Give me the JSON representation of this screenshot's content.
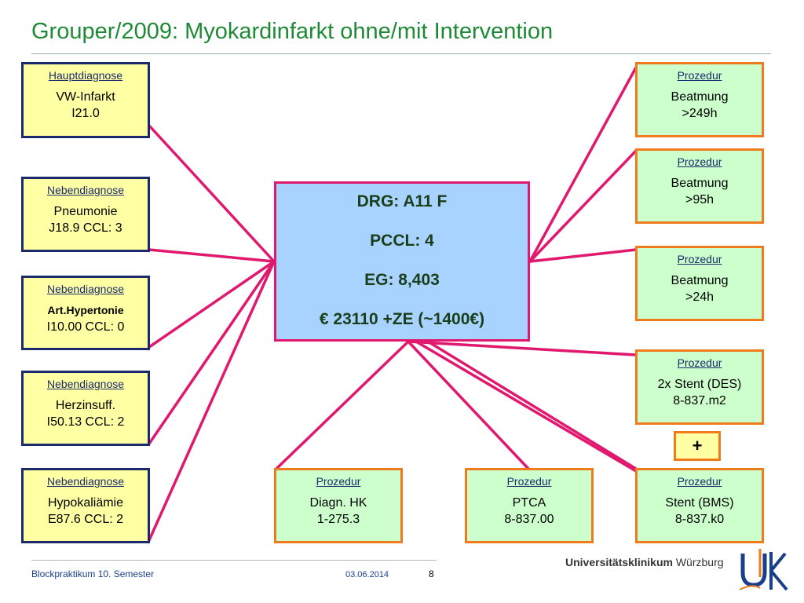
{
  "title": "Grouper/2009: Myokardinfarkt ohne/mit Intervention",
  "diagnoses": [
    {
      "head": "Hauptdiagnose",
      "line1": "VW-Infarkt",
      "line2": "I21.0",
      "bold": false
    },
    {
      "head": "Nebendiagnose",
      "line1": "Pneumonie",
      "line2": "J18.9 CCL: 3",
      "bold": false
    },
    {
      "head": "Nebendiagnose",
      "line1": "Art.Hypertonie",
      "line2": "I10.00 CCL: 0",
      "bold": true
    },
    {
      "head": "Nebendiagnose",
      "line1": "Herzinsuff.",
      "line2": "I50.13 CCL: 2",
      "bold": false
    },
    {
      "head": "Nebendiagnose",
      "line1": "Hypokaliämie",
      "line2": "E87.6 CCL: 2",
      "bold": false
    }
  ],
  "center": {
    "drg": "DRG: A11 F",
    "pccl": "PCCL: 4",
    "eg": "EG: 8,403",
    "cost": "€ 23110 +ZE (~1400€)"
  },
  "procedures_right": [
    {
      "head": "Prozedur",
      "line1": "Beatmung",
      "line2": ">249h"
    },
    {
      "head": "Prozedur",
      "line1": "Beatmung",
      "line2": ">95h"
    },
    {
      "head": "Prozedur",
      "line1": "Beatmung",
      "line2": ">24h"
    },
    {
      "head": "Prozedur",
      "line1": "2x Stent (DES)",
      "line2": "8-837.m2"
    },
    {
      "head": "Prozedur",
      "line1": "Stent (BMS)",
      "line2": "8-837.k0"
    }
  ],
  "procedures_bottom": [
    {
      "head": "Prozedur",
      "line1": "Diagn. HK",
      "line2": "1-275.3"
    },
    {
      "head": "Prozedur",
      "line1": "PTCA",
      "line2": "8-837.00"
    }
  ],
  "plus": "+",
  "footer": {
    "course": "Blockpraktikum 10. Semester",
    "date": "03.06.2014",
    "page": "8",
    "institution_bold": "Universitätsklinikum",
    "institution_city": "Würzburg"
  },
  "colors": {
    "title": "#1f8a35",
    "connector": "#e0196f",
    "diag_fill": "#ffffa3",
    "diag_border": "#1a2a6c",
    "proc_fill": "#ccffcc",
    "proc_border": "#f07a1e",
    "center_fill": "#a8d2ff"
  }
}
